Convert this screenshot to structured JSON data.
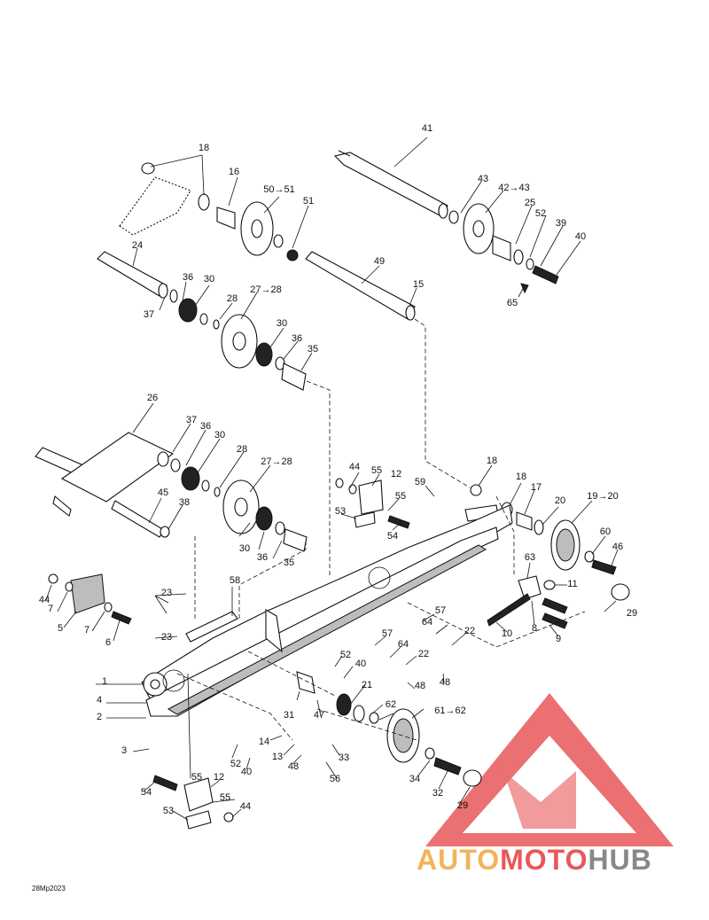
{
  "diagram": {
    "code": "28Mp2023",
    "labels": [
      "1",
      "2",
      "3",
      "4",
      "5",
      "6",
      "7",
      "7",
      "8",
      "9",
      "10",
      "11",
      "12",
      "12",
      "13",
      "14",
      "15",
      "16",
      "17",
      "18",
      "18",
      "18",
      "19→20",
      "20",
      "21",
      "22",
      "22",
      "23",
      "23",
      "24",
      "25",
      "26",
      "27→28",
      "27→28",
      "28",
      "28",
      "29",
      "29",
      "30",
      "30",
      "30",
      "30",
      "31",
      "32",
      "33",
      "34",
      "35",
      "35",
      "36",
      "36",
      "36",
      "36",
      "37",
      "37",
      "38",
      "39",
      "40",
      "40",
      "40",
      "41",
      "42→43",
      "43",
      "44",
      "44",
      "44",
      "45",
      "46",
      "47",
      "48",
      "48",
      "48",
      "49",
      "50→51",
      "51",
      "52",
      "52",
      "52",
      "53",
      "53",
      "54",
      "54",
      "55",
      "55",
      "55",
      "55",
      "56",
      "57",
      "57",
      "58",
      "59",
      "60",
      "61→62",
      "62",
      "63",
      "64",
      "64",
      "65"
    ]
  },
  "watermark": {
    "part1": "AUTO",
    "part2": "MOTO",
    "part3": "HUB"
  },
  "colors": {
    "line": "#111111",
    "wm_red": "#e8585a",
    "wm_orange": "#f3b35a",
    "wm_gray": "#888888"
  }
}
